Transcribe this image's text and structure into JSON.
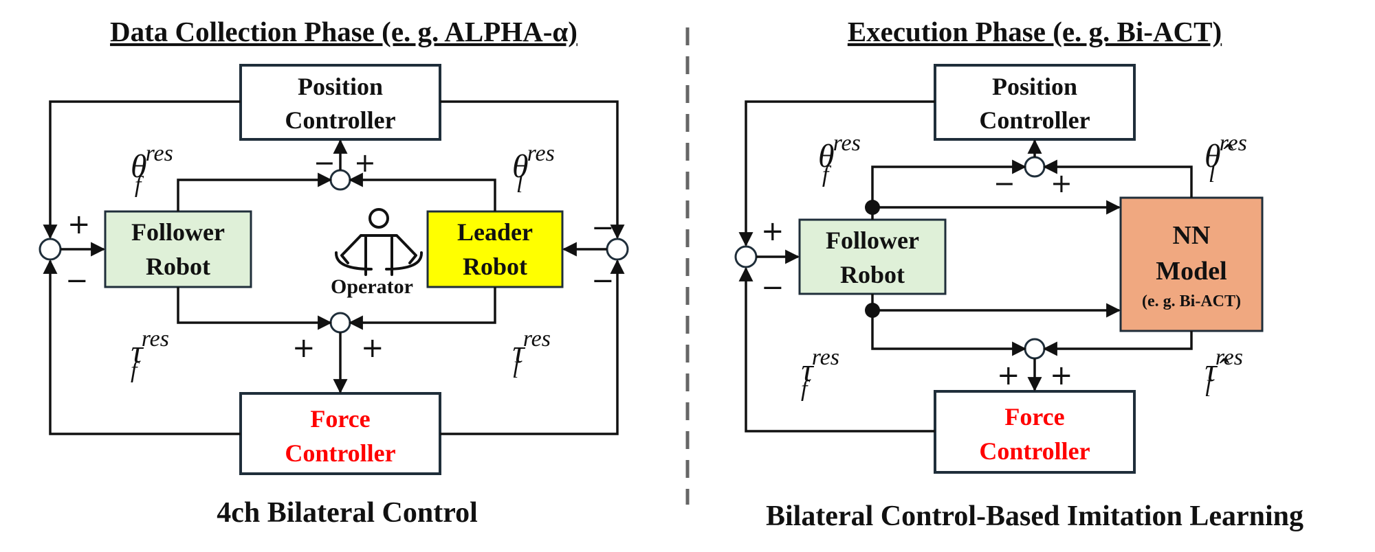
{
  "left_panel": {
    "title": "Data Collection Phase (e. g. ALPHA-α)",
    "caption": "4ch Bilateral Control",
    "position_controller": [
      "Position",
      "Controller"
    ],
    "force_controller": [
      "Force",
      "Controller"
    ],
    "follower_robot": [
      "Follower",
      "Robot"
    ],
    "leader_robot": [
      "Leader",
      "Robot"
    ],
    "operator_label": "Operator",
    "theta_f": {
      "base": "θ",
      "sub": "f",
      "sup": "res"
    },
    "theta_l": {
      "base": "θ",
      "sub": "l",
      "sup": "res"
    },
    "tau_f": {
      "base": "τ",
      "sub": "f",
      "sup": "res"
    },
    "tau_l": {
      "base": "τ",
      "sub": "l",
      "sup": "res"
    },
    "signs": {
      "pos_sum_left": "−",
      "pos_sum_right": "+",
      "force_sum_left": "+",
      "force_sum_right": "+",
      "follower_sum_top": "+",
      "follower_sum_bottom": "−",
      "leader_sum_top": "−",
      "leader_sum_bottom": "−"
    }
  },
  "right_panel": {
    "title": "Execution Phase (e. g. Bi-ACT)",
    "caption": "Bilateral Control-Based Imitation Learning",
    "position_controller": [
      "Position",
      "Controller"
    ],
    "force_controller": [
      "Force",
      "Controller"
    ],
    "follower_robot": [
      "Follower",
      "Robot"
    ],
    "nn_model": [
      "NN",
      "Model"
    ],
    "nn_model_sub": "(e. g. Bi-ACT)",
    "theta_f": {
      "base": "θ",
      "sub": "f",
      "sup": "res"
    },
    "theta_l_hat": {
      "base": "θ̂",
      "sub": "l",
      "sup": "res"
    },
    "tau_f": {
      "base": "τ",
      "sub": "f",
      "sup": "res"
    },
    "tau_l_hat": {
      "base": "τ̂",
      "sub": "l",
      "sup": "res"
    },
    "signs": {
      "pos_sum_left": "−",
      "pos_sum_right": "+",
      "force_sum_left": "+",
      "force_sum_right": "+",
      "follower_sum_top": "+",
      "follower_sum_bottom": "−"
    }
  },
  "colors": {
    "box_border": "#1f2e3a",
    "follower_fill": "#dff0d8",
    "leader_fill": "#ffff00",
    "nn_fill": "#f0a880",
    "force_text": "#ff0000",
    "divider": "#666666"
  }
}
